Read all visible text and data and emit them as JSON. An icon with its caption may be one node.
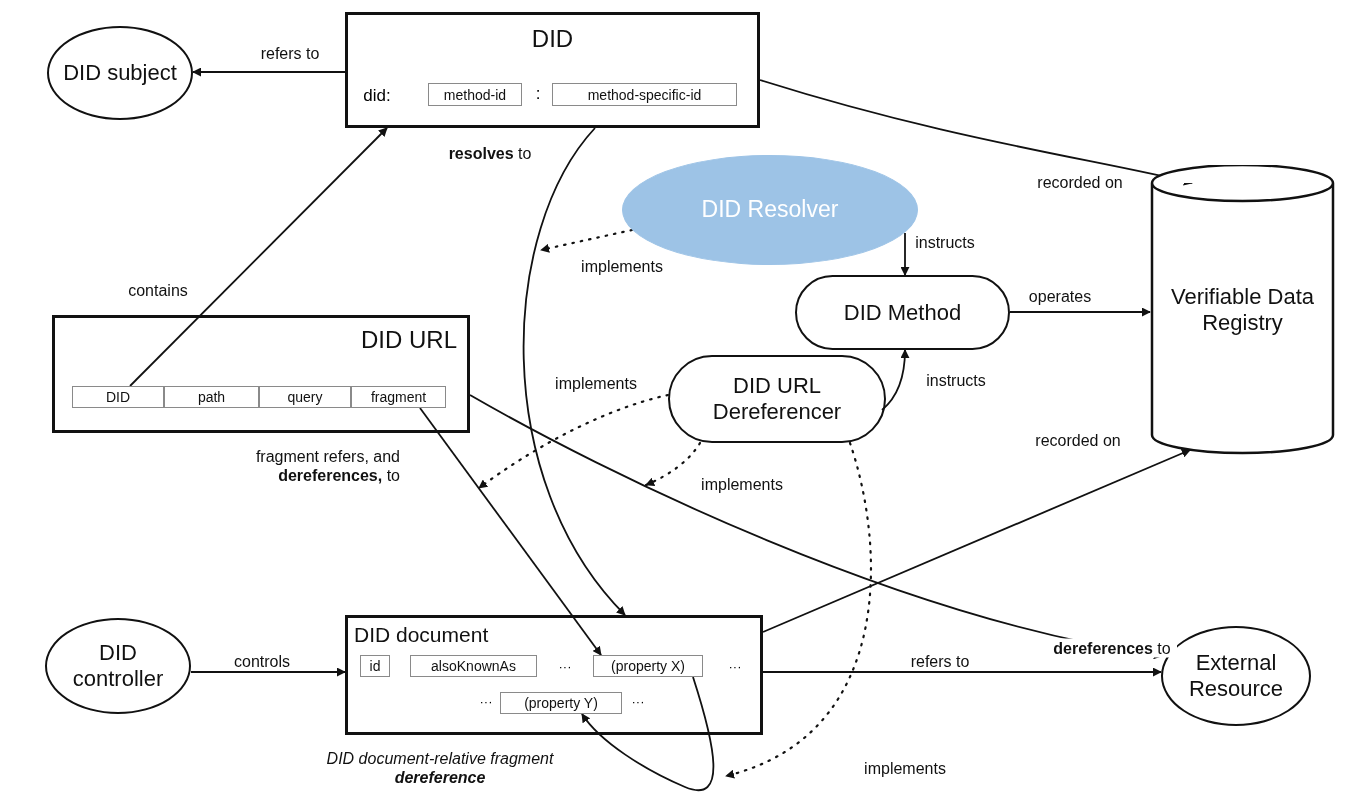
{
  "diagram": {
    "nodes": [
      {
        "text": [
          "DID subject"
        ]
      },
      {
        "text": [
          "DID"
        ]
      },
      {
        "text": [
          "method-id"
        ],
        "in": 1
      },
      {
        "text": [
          "method-specific-id"
        ],
        "in": 1
      },
      {
        "text": [
          "DID Resolver"
        ]
      },
      {
        "text": [
          "DID Method"
        ]
      },
      {
        "text": [
          "Verifiable Data Registry"
        ]
      },
      {
        "text": [
          "DID URL"
        ]
      },
      {
        "text": [
          "DID"
        ],
        "in": 7
      },
      {
        "text": [
          "path"
        ],
        "in": 7
      },
      {
        "text": [
          "query"
        ],
        "in": 7
      },
      {
        "text": [
          "fragment"
        ],
        "in": 7
      },
      {
        "text": [
          "DID URL Dereferencer"
        ]
      },
      {
        "text": [
          "DID controller"
        ]
      },
      {
        "text": [
          "DID document"
        ]
      },
      {
        "text": [
          "id"
        ],
        "in": 14
      },
      {
        "text": [
          "alsoKnownAs"
        ],
        "in": 14
      },
      {
        "text": [
          "(property X)"
        ],
        "in": 14
      },
      {
        "text": [
          "(property Y)"
        ],
        "in": 14
      },
      {
        "text": [
          "External Resource"
        ]
      }
    ],
    "edges": [
      {
        "from": 1,
        "to": 0,
        "arrow": "to",
        "label": "refers to"
      },
      {
        "from": 8,
        "to": 1,
        "arrow": "to",
        "label": "contains"
      },
      {
        "from": 1,
        "to": 6,
        "arrow": "to",
        "label": "recorded on"
      },
      {
        "from": 1,
        "to": 14,
        "arrow": "to",
        "label": "**resolves** to"
      },
      {
        "from": 4,
        "to": null,
        "arrow": "to",
        "label": "implements",
        "style": "dashed"
      },
      {
        "from": 4,
        "to": 5,
        "arrow": "to",
        "label": "instructs"
      },
      {
        "from": 5,
        "to": 6,
        "arrow": "to",
        "label": "operates"
      },
      {
        "from": 12,
        "to": 5,
        "arrow": "to",
        "label": "instructs"
      },
      {
        "from": 12,
        "to": null,
        "arrow": "to",
        "label": "implements",
        "style": "dashed"
      },
      {
        "from": 11,
        "to": 17,
        "arrow": "to",
        "label": "fragment refers, and **dereferences,** to"
      },
      {
        "from": 12,
        "to": null,
        "arrow": "to",
        "label": "implements",
        "style": "dashed"
      },
      {
        "from": 7,
        "to": 19,
        "arrow": "to",
        "label": "**dereferences** to"
      },
      {
        "from": 14,
        "to": 6,
        "arrow": "to",
        "label": "recorded on"
      },
      {
        "from": 13,
        "to": 14,
        "arrow": "to",
        "label": "controls"
      },
      {
        "from": 14,
        "to": 19,
        "arrow": "to",
        "label": "refers to"
      },
      {
        "from": 17,
        "to": 18,
        "arrow": "to",
        "label": "DID document-relative fragment **dereference**"
      },
      {
        "from": 12,
        "to": null,
        "arrow": "to",
        "label": "implements",
        "style": "dashed"
      }
    ],
    "labels": [
      "did:",
      ":",
      "···",
      "···",
      "···",
      "···"
    ]
  }
}
